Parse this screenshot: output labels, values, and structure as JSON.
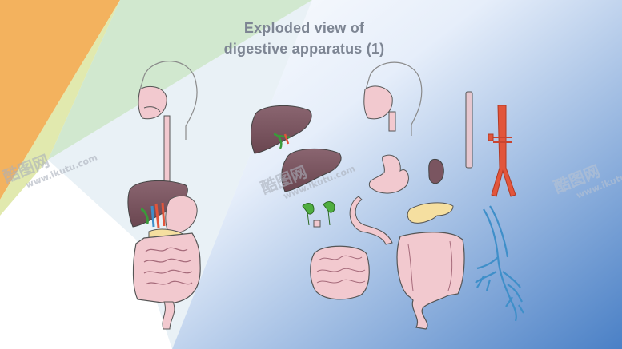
{
  "title": {
    "line1": "Exploded view of",
    "line2": "digestive apparatus (1)"
  },
  "watermark": {
    "logo_text": "酷图网",
    "url_text": "www.ikutu.com"
  },
  "colors": {
    "orange": "#f3b25e",
    "green": "#c9e4c7",
    "blue_light": "#d8e6f6",
    "blue_dark": "#4f84c8",
    "liver": "#7a5560",
    "intestine": "#f2c9cf",
    "artery": "#e2553b",
    "vein": "#3f8fc9"
  }
}
